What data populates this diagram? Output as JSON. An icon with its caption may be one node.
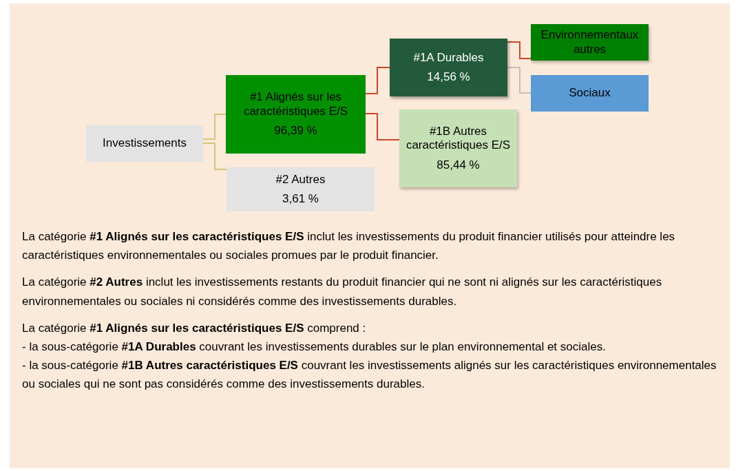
{
  "diagram": {
    "nodes": [
      {
        "text": [
          "Investissements"
        ]
      },
      {
        "text": [
          "#1 Alignés sur les caractéristiques E/S",
          "96,39 %"
        ]
      },
      {
        "text": [
          "#2 Autres",
          "3,61 %"
        ]
      },
      {
        "text": [
          "#1A Durables",
          "14,56 %"
        ]
      },
      {
        "text": [
          "#1B Autres caractéristiques E/S",
          "85,44 %"
        ]
      },
      {
        "text": [
          "Environnementaux autres"
        ]
      },
      {
        "text": [
          "Sociaux"
        ]
      }
    ],
    "edges": [
      {
        "from": 0,
        "to": 1,
        "arrow": "none",
        "color": "#d6c37e"
      },
      {
        "from": 0,
        "to": 2,
        "arrow": "none",
        "color": "#d6c37e"
      },
      {
        "from": 1,
        "to": 3,
        "arrow": "none",
        "color": "#c9472b"
      },
      {
        "from": 1,
        "to": 4,
        "arrow": "none",
        "color": "#c9472b"
      },
      {
        "from": 3,
        "to": 5,
        "arrow": "none",
        "color": "#c9472b"
      },
      {
        "from": 3,
        "to": 6,
        "arrow": "none",
        "color": "#bfbfbf"
      }
    ],
    "labels": [
      "La catégorie **#1 Alignés sur les caractéristiques E/S** inclut les investissements du produit financier utilisés pour atteindre les caractéristiques environnementales ou sociales promues par le produit financier.",
      "La catégorie **#2 Autres** inclut les investissements restants du produit financier qui ne sont ni alignés sur les caractéristiques environnementales ou sociales ni considérés comme des investissements durables.",
      "La catégorie **#1 Alignés sur les caractéristiques E/S** comprend :",
      "- la sous-catégorie **#1A Durables** couvrant les investissements durables sur le plan environnemental et sociales.",
      "- la sous-catégorie **#1B Autres caractéristiques E/S** couvrant les investissements alignés sur les caractéristiques environnementales ou sociales qui ne sont pas considérés comme des investissements durables."
    ]
  }
}
